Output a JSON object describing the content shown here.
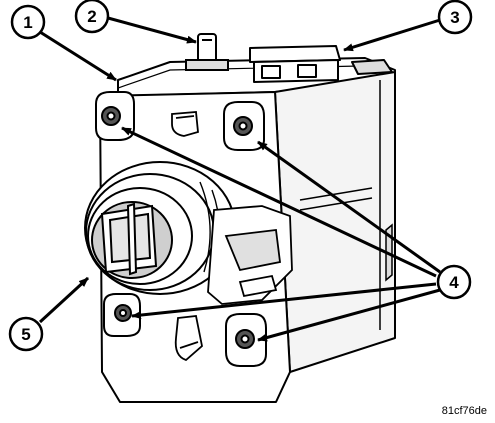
{
  "callouts": [
    {
      "id": "1",
      "label": "1"
    },
    {
      "id": "2",
      "label": "2"
    },
    {
      "id": "3",
      "label": "3"
    },
    {
      "id": "4",
      "label": "4"
    },
    {
      "id": "5",
      "label": "5"
    }
  ],
  "drawing_code": "81cf76de",
  "colors": {
    "line": "#000000",
    "fill": "#ffffff",
    "shade": "#d9d9d9"
  }
}
